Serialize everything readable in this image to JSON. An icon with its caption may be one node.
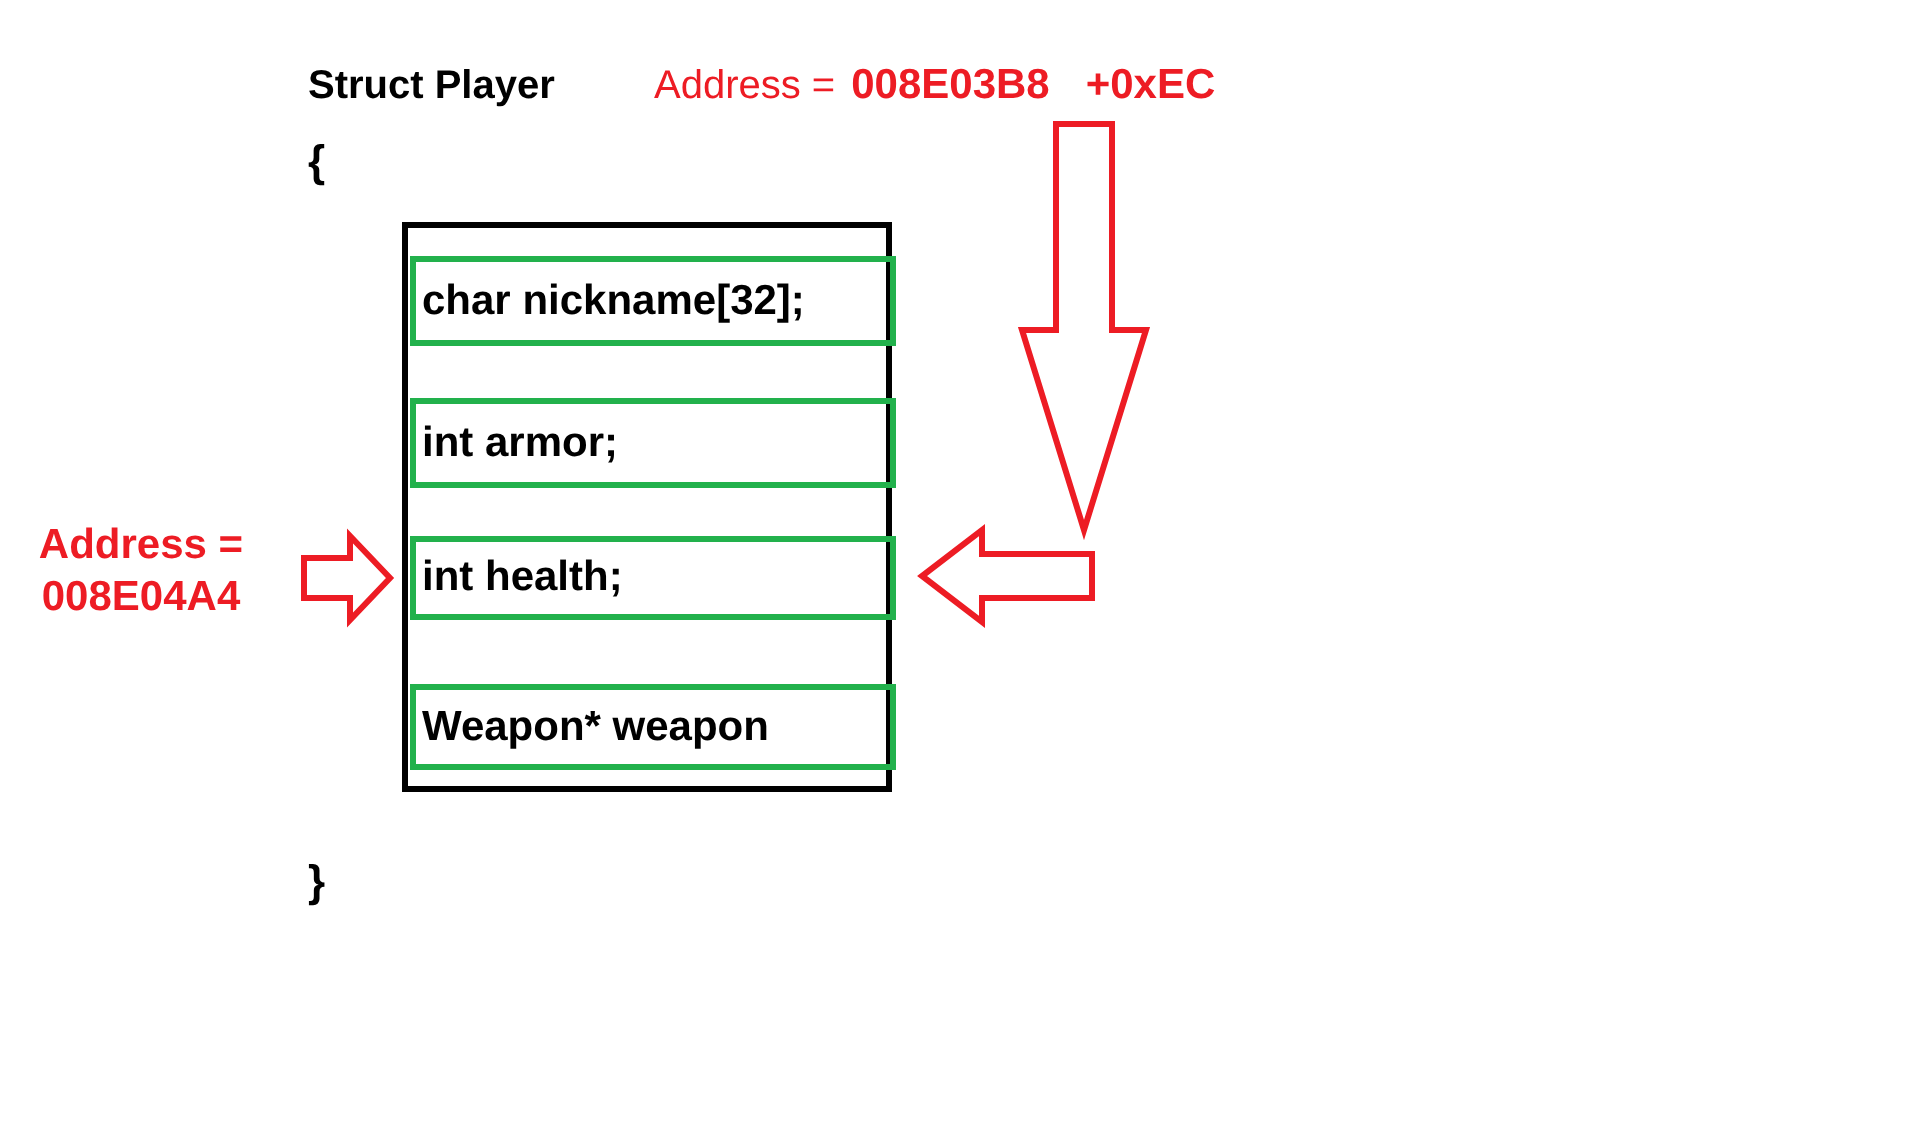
{
  "diagram": {
    "nodes": [
      {
        "text": [],
        "shape": "box"
      },
      {
        "text": [
          "char nickname[32];"
        ],
        "in": 0
      },
      {
        "text": [
          "int armor;"
        ],
        "in": 0
      },
      {
        "text": [
          "int health;"
        ],
        "in": 0
      },
      {
        "text": [
          "Weapon* weapon"
        ],
        "in": 0
      },
      {
        "text": [
          "Address = 008E04A4"
        ]
      },
      {
        "text": [
          "Address =",
          "008E03B8",
          "+0xEC"
        ]
      }
    ],
    "edges": [
      {
        "from": 5,
        "to": 3,
        "arrow": "to",
        "color": "#ed1c24"
      },
      {
        "from": 6,
        "to": 3,
        "arrow": "to",
        "color": "#ed1c24"
      }
    ],
    "labels": [
      "Struct Player",
      "{",
      "}"
    ]
  }
}
